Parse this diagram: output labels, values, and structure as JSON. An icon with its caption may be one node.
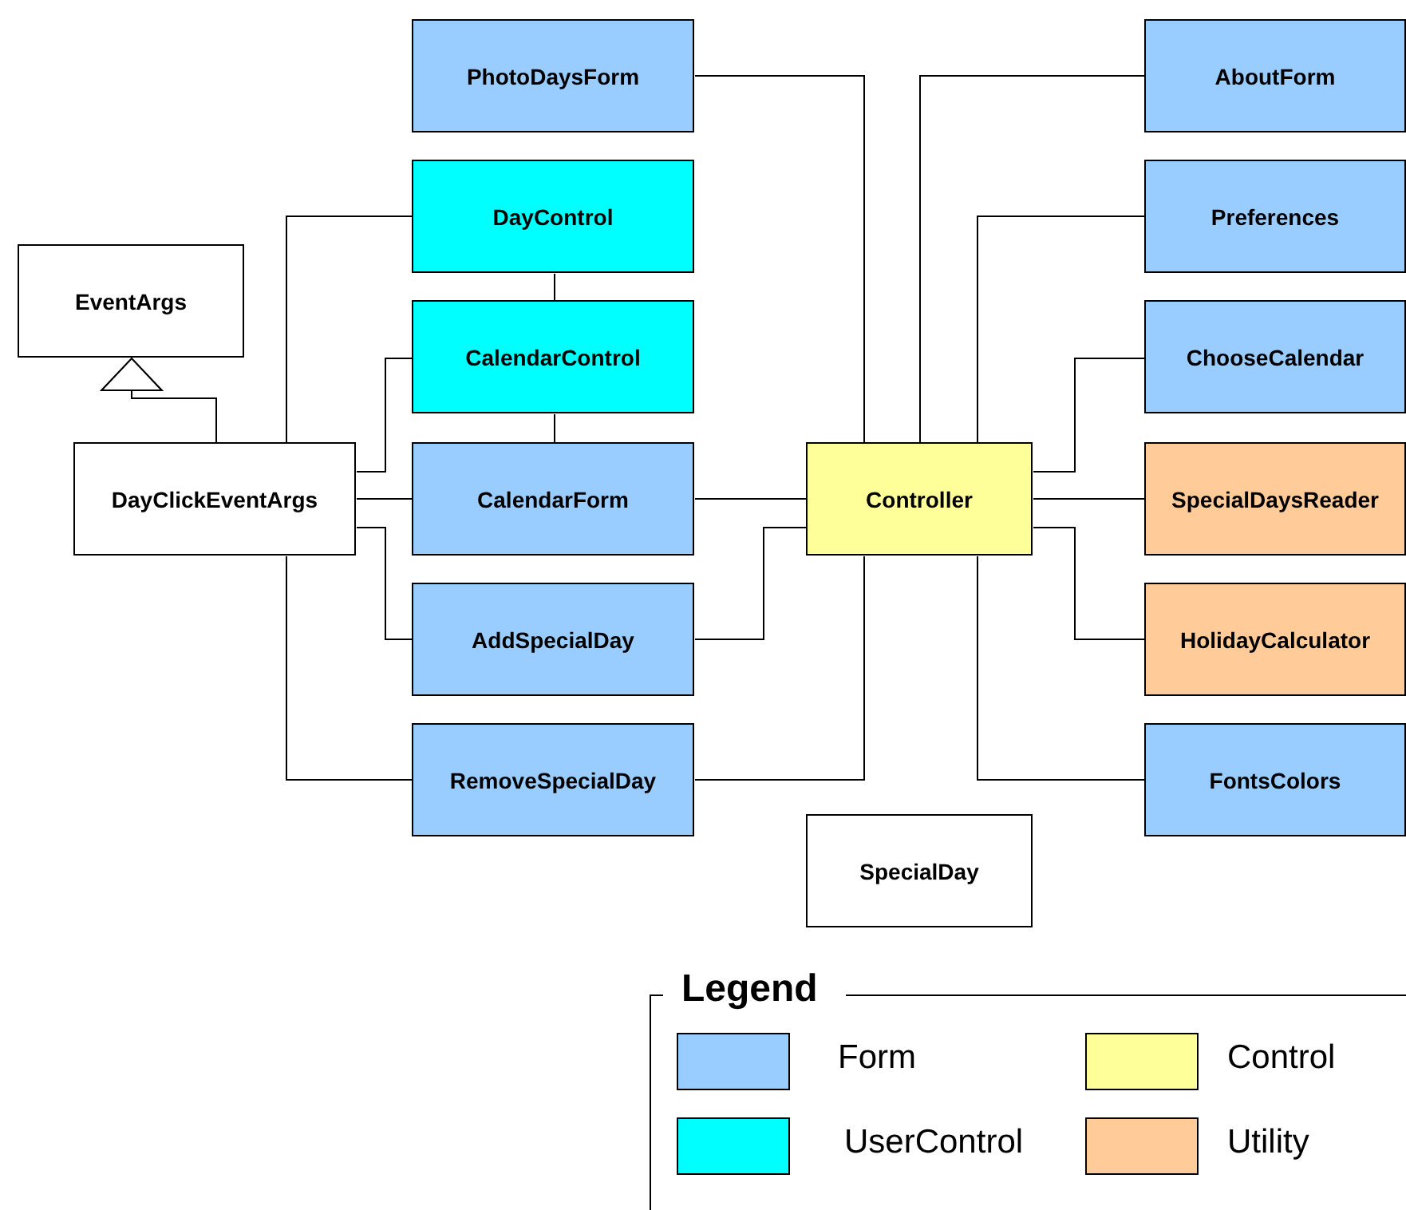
{
  "diagram": {
    "nodes": [
      {
        "text": [
          "PhotoDaysForm"
        ]
      },
      {
        "text": [
          "AboutForm"
        ]
      },
      {
        "text": [
          "DayControl"
        ]
      },
      {
        "text": [
          "Preferences"
        ]
      },
      {
        "text": [
          "EventArgs"
        ]
      },
      {
        "text": [
          "CalendarControl"
        ]
      },
      {
        "text": [
          "ChooseCalendar"
        ]
      },
      {
        "text": [
          "DayClickEventArgs"
        ]
      },
      {
        "text": [
          "CalendarForm"
        ]
      },
      {
        "text": [
          "Controller"
        ]
      },
      {
        "text": [
          "SpecialDaysReader"
        ]
      },
      {
        "text": [
          "AddSpecialDay"
        ]
      },
      {
        "text": [
          "HolidayCalculator"
        ]
      },
      {
        "text": [
          "RemoveSpecialDay"
        ]
      },
      {
        "text": [
          "FontsColors"
        ]
      },
      {
        "text": [
          "SpecialDay"
        ]
      }
    ],
    "edges": [
      {
        "from": 7,
        "to": 4,
        "arrow": "to"
      },
      {
        "from": 0,
        "to": 9,
        "arrow": "none"
      },
      {
        "from": 1,
        "to": 9,
        "arrow": "none"
      },
      {
        "from": 2,
        "to": 7,
        "arrow": "none"
      },
      {
        "from": 2,
        "to": 5,
        "arrow": "none"
      },
      {
        "from": 5,
        "to": 7,
        "arrow": "none"
      },
      {
        "from": 5,
        "to": 8,
        "arrow": "none"
      },
      {
        "from": 7,
        "to": 8,
        "arrow": "none"
      },
      {
        "from": 7,
        "to": 11,
        "arrow": "none"
      },
      {
        "from": 7,
        "to": 13,
        "arrow": "none"
      },
      {
        "from": 8,
        "to": 9,
        "arrow": "none"
      },
      {
        "from": 11,
        "to": 9,
        "arrow": "none"
      },
      {
        "from": 13,
        "to": 9,
        "arrow": "none"
      },
      {
        "from": 3,
        "to": 9,
        "arrow": "none"
      },
      {
        "from": 6,
        "to": 9,
        "arrow": "none"
      },
      {
        "from": 9,
        "to": 10,
        "arrow": "none"
      },
      {
        "from": 9,
        "to": 12,
        "arrow": "none"
      },
      {
        "from": 14,
        "to": 9,
        "arrow": "none"
      }
    ],
    "legend": [
      {
        "text": "Form",
        "color": "#99ccff"
      },
      {
        "text": "Control",
        "color": "#ffff99"
      },
      {
        "text": "UserControl",
        "color": "#00ffff"
      },
      {
        "text": "Utility",
        "color": "#ffcc99"
      }
    ],
    "labels": [
      "Legend"
    ]
  }
}
